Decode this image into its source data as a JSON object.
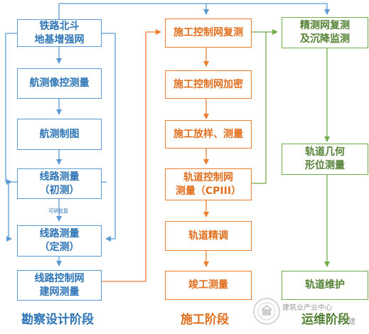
{
  "colors": {
    "design": "#5b9bd5",
    "construction": "#ed7d31",
    "operation": "#70ad47"
  },
  "design_column": {
    "boxes": [
      "铁路北斗\n地基增强网",
      "航测像控测量",
      "航测制图",
      "线路测量\n（初测）",
      "线路测量\n（定测）",
      "线路控制网\n建网测量"
    ],
    "note": "可研批复",
    "phase_label": "勘察设计阶段"
  },
  "construction_column": {
    "boxes": [
      "施工控制网复测",
      "施工控制网加密",
      "施工放样、测量",
      "轨道控制网\n测量（CPIII）",
      "轨道精调",
      "竣工测量"
    ],
    "phase_label": "施工阶段"
  },
  "operation_column": {
    "boxes": [
      "精测网复测\n及沉降监测",
      "轨道几何\n形位测量",
      "轨道维护"
    ],
    "phase_label": "运维阶段"
  },
  "watermark": {
    "text": "建筑业产业中心",
    "extra": "建"
  }
}
